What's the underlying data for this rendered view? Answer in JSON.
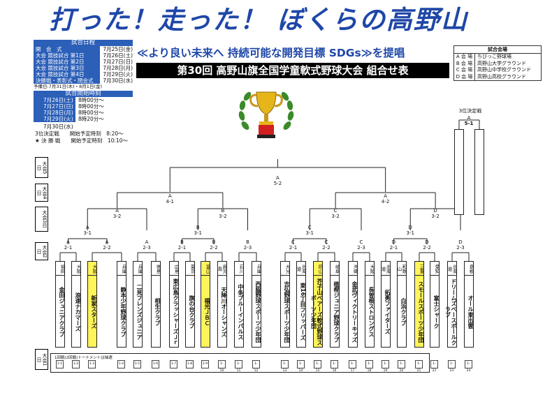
{
  "title": "打った！走った！ ぼくらの高野山",
  "subtitle": "≪より良い未来へ 持続可能な開発目標 SDGs≫を提唱",
  "banner": "第30回 高野山旗全国学童軟式野球大会 組合せ表",
  "schedule": {
    "header": "試合日程",
    "rows": [
      {
        "label": "開　会　式",
        "date": "7月25日(金)"
      },
      {
        "label": "大会 競技試合 第1日",
        "date": "7月26日(土)"
      },
      {
        "label": "大会 競技試合 第2日",
        "date": "7月27日(日)"
      },
      {
        "label": "大会 競技試合 第3日",
        "date": "7月28日(月)"
      },
      {
        "label": "大会 競技試合 第4日",
        "date": "7月29日(火)"
      },
      {
        "label": "決勝戦・表彰式・閉会式",
        "date": "7月30日(水)"
      }
    ],
    "reserve": "予備日:7月31日(木)・8月1日(金)",
    "start_header": "試合開始時刻",
    "start_rows": [
      {
        "label": "7月26日(土)",
        "time": "8時00分～"
      },
      {
        "label": "7月27日(日)",
        "time": "8時00分～"
      },
      {
        "label": "7月28日(月)",
        "time": "8時00分～"
      },
      {
        "label": "7月29日(火)",
        "time": "8時20分～"
      }
    ],
    "final_date": "7月30日(水)",
    "final_rows": [
      "3位決定戦　　開始予定時刻　8:20～",
      "★ 決 勝 戦　　開始予定時刻　10:10～"
    ]
  },
  "venues": {
    "header": "試合会場",
    "rows": [
      {
        "key": "A 会 場",
        "name": "ちびっこ野球場"
      },
      {
        "key": "B 会 場",
        "name": "高野山大学グラウンド"
      },
      {
        "key": "C 会 場",
        "name": "高野山中学校グラウンド"
      },
      {
        "key": "D 会 場",
        "name": "高野山高校グラウンド"
      }
    ]
  },
  "round_labels": [
    "大会5日",
    "大会4日",
    "大会3日",
    "大会2日",
    "大会1日"
  ],
  "third_place": {
    "label": "3位決定戦",
    "venue": "A",
    "code": "5-1"
  },
  "final_node": {
    "venue": "A",
    "code": "5-2"
  },
  "semis": [
    {
      "venue": "A",
      "code": "4-1"
    },
    {
      "venue": "A",
      "code": "4-2"
    }
  ],
  "quarters": [
    {
      "venue": "A",
      "code": "3-2"
    },
    {
      "venue": "B",
      "code": "3-2"
    },
    {
      "venue": "C",
      "code": "3-2"
    },
    {
      "venue": "D",
      "code": "3-2"
    }
  ],
  "round3_extra": [
    {
      "venue": "A",
      "code": "3-1"
    },
    {
      "venue": "B",
      "code": "3-1"
    },
    {
      "venue": "C",
      "code": "3-1"
    },
    {
      "venue": "D",
      "code": "3-1"
    }
  ],
  "round2": [
    {
      "venue": "A",
      "code": "2-1"
    },
    {
      "venue": "A",
      "code": "2-2"
    },
    {
      "venue": "A",
      "code": "2-3"
    },
    {
      "venue": "B",
      "code": "2-1"
    },
    {
      "venue": "B",
      "code": "2-2"
    },
    {
      "venue": "B",
      "code": "2-3"
    },
    {
      "venue": "C",
      "code": "2-1"
    },
    {
      "venue": "C",
      "code": "2-2"
    },
    {
      "venue": "C",
      "code": "2-3"
    },
    {
      "venue": "D",
      "code": "2-1"
    },
    {
      "venue": "D",
      "code": "2-2"
    },
    {
      "venue": "D",
      "code": "2-3"
    }
  ],
  "teams": [
    {
      "no": "",
      "pref": "福岡",
      "name": "金田ジュニアクラブ",
      "highlight": false
    },
    {
      "no": "",
      "pref": "大阪",
      "name": "浪速ナカマーズ",
      "highlight": false
    },
    {
      "no": "",
      "pref": "大阪",
      "name": "新家スターズ",
      "highlight": true
    },
    {
      "no": "",
      "pref": "兵庫",
      "name": "静本少年野球クラブ",
      "highlight": false
    },
    {
      "no": "",
      "pref": "兵庫",
      "name": "二見フレンズジュニア",
      "highlight": false
    },
    {
      "no": "",
      "pref": "徳島",
      "name": "相生クラブ",
      "highlight": false
    },
    {
      "no": "",
      "pref": "広島",
      "name": "東広島クラッシャーズＪｒ",
      "highlight": false
    },
    {
      "no": "",
      "pref": "東京",
      "name": "旗の台クラブ",
      "highlight": false
    },
    {
      "no": "",
      "pref": "富山",
      "name": "福光ＪＢＣ",
      "highlight": true
    },
    {
      "no": "",
      "pref": "鹿児島",
      "name": "天降川オーシャンズ",
      "highlight": false
    },
    {
      "no": "",
      "pref": "石川",
      "name": "中条ブルーインパルス",
      "highlight": false
    },
    {
      "no": "",
      "pref": "兵庫",
      "name": "西脇野球スポーツ少年団",
      "highlight": false
    },
    {
      "no": "",
      "pref": "大分",
      "name": "吉弘野球スポーツ少年団",
      "highlight": false
    },
    {
      "no": "",
      "pref": "北海道",
      "name": "東16丁目フリッパーズ",
      "highlight": false
    },
    {
      "no": "",
      "pref": "岡山",
      "name": "芥子山ベアーズ軟式野球スポーツ少年団",
      "highlight": true
    },
    {
      "no": "",
      "pref": "岐阜",
      "name": "植樫ジュニア野球クラブ",
      "highlight": false
    },
    {
      "no": "",
      "pref": "沖縄",
      "name": "金武ヴィクトリーキッズ",
      "highlight": false
    },
    {
      "no": "",
      "pref": "大阪",
      "name": "長曽根ストロングス",
      "highlight": false
    },
    {
      "no": "",
      "pref": "北海道",
      "name": "拓勇ファイターズ",
      "highlight": false
    },
    {
      "no": "",
      "pref": "和歌山",
      "name": "白浜クラブ",
      "highlight": false
    },
    {
      "no": "",
      "pref": "三重",
      "name": "スモールスポーツ少年団",
      "highlight": true
    },
    {
      "no": "",
      "pref": "愛知",
      "name": "富士シャーク",
      "highlight": false
    },
    {
      "no": "",
      "pref": "北海道",
      "name": "ドリームズベースボールクラブ",
      "highlight": false
    },
    {
      "no": "",
      "pref": "島根",
      "name": "オール東出雲",
      "highlight": false
    }
  ],
  "round1_note": "1回戦(2回戦)トーナメントは抽選",
  "round1_slots": [
    "1-1",
    "1-2",
    "1-3",
    "1-4",
    "1-5",
    "1-6",
    "1-7",
    "1-8",
    "1-9",
    "1-10",
    "1-11",
    "1-12",
    "1-13",
    "1-14",
    "1-15",
    "1-16",
    "1-17",
    "1-18",
    "1-19",
    "1-20",
    "1-21",
    "1-22",
    "1-23",
    "1-24"
  ]
}
